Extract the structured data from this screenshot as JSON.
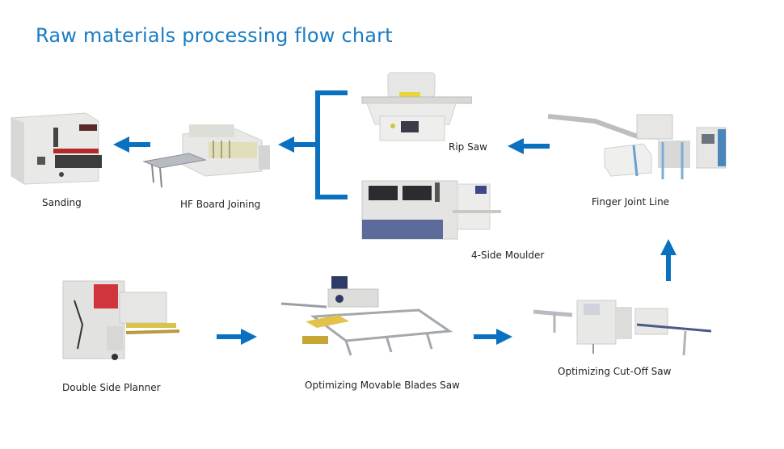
{
  "title": "Raw materials processing flow chart",
  "colors": {
    "accent": "#1a7cc4",
    "arrow": "#0a71c0",
    "text": "#222222"
  },
  "steps": [
    {
      "id": "sanding",
      "label": "Sanding",
      "icon": "sanding-machine-icon"
    },
    {
      "id": "hf-board-joining",
      "label": "HF Board Joining",
      "icon": "hf-board-joining-machine-icon"
    },
    {
      "id": "rip-saw",
      "label": "Rip Saw",
      "icon": "rip-saw-machine-icon"
    },
    {
      "id": "four-side-moulder",
      "label": "4-Side Moulder",
      "icon": "moulder-machine-icon"
    },
    {
      "id": "finger-joint-line",
      "label": "Finger Joint Line",
      "icon": "finger-joint-line-icon"
    },
    {
      "id": "double-side-planner",
      "label": "Double Side Planner",
      "icon": "planner-machine-icon"
    },
    {
      "id": "optimizing-movable-blades-saw",
      "label": "Optimizing Movable Blades Saw",
      "icon": "movable-blades-saw-icon"
    },
    {
      "id": "optimizing-cut-off-saw",
      "label": "Optimizing Cut-Off Saw",
      "icon": "cut-off-saw-icon"
    }
  ],
  "flow": [
    {
      "from": "Double Side Planner",
      "to": "Optimizing Movable Blades Saw",
      "direction": "right"
    },
    {
      "from": "Optimizing Movable Blades Saw",
      "to": "Optimizing Cut-Off Saw",
      "direction": "right"
    },
    {
      "from": "Optimizing Cut-Off Saw",
      "to": "Finger Joint Line",
      "direction": "up"
    },
    {
      "from": "Finger Joint Line",
      "to": "Rip Saw",
      "direction": "left"
    },
    {
      "from": "Rip Saw / 4-Side Moulder",
      "to": "HF Board Joining",
      "direction": "left"
    },
    {
      "from": "HF Board Joining",
      "to": "Sanding",
      "direction": "left"
    }
  ]
}
